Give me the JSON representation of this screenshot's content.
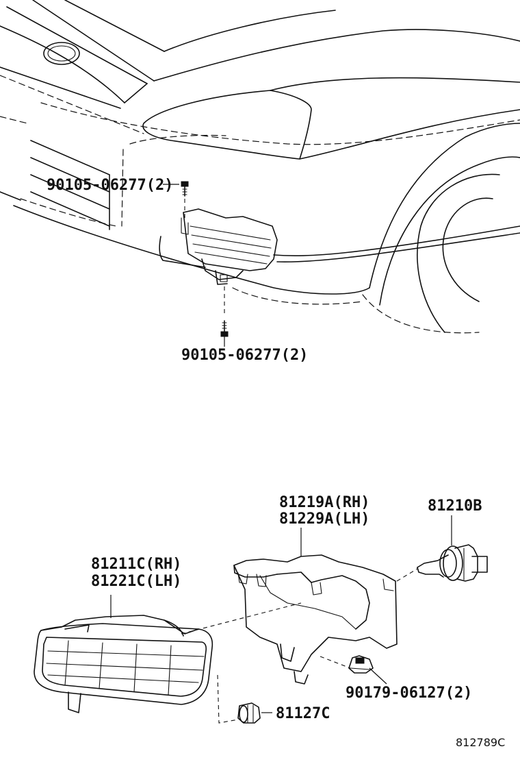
{
  "labels": {
    "bolt_upper": "90105-06277(2)",
    "bolt_lower": "90105-06277(2)",
    "bracket_rh": "81219A(RH)",
    "bracket_lh": "81229A(LH)",
    "bulb": "81210B",
    "lamp_rh": "81211C(RH)",
    "lamp_lh": "81221C(LH)",
    "nut": "90179-06127(2)",
    "socket": "81127C",
    "drawing_code": "812789C"
  }
}
